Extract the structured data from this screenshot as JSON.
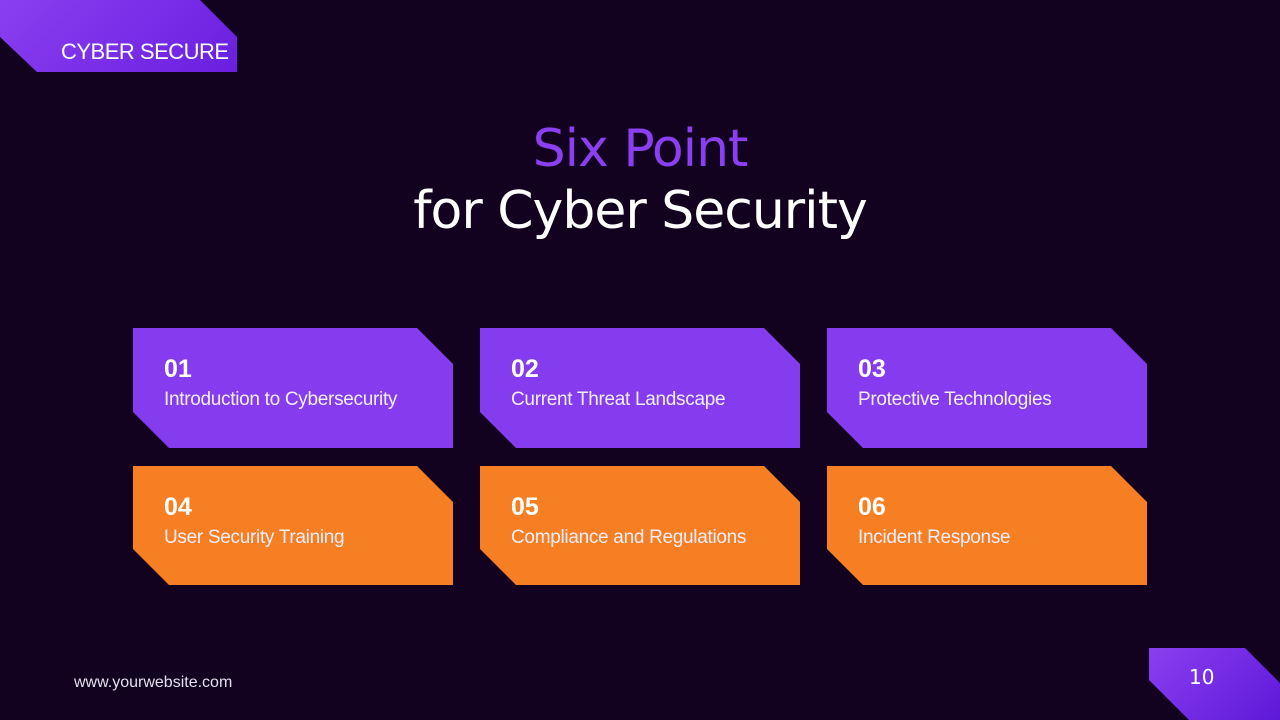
{
  "brand": {
    "label": "CYBER SECURE"
  },
  "title": {
    "line1": "Six Point",
    "line2": "for Cyber Security"
  },
  "cards": [
    {
      "number": "01",
      "label": "Introduction to Cybersecurity",
      "color": "#843cee"
    },
    {
      "number": "02",
      "label": "Current Threat Landscape",
      "color": "#843cee"
    },
    {
      "number": "03",
      "label": "Protective Technologies",
      "color": "#843cee"
    },
    {
      "number": "04",
      "label": "User Security Training",
      "color": "#f57f22"
    },
    {
      "number": "05",
      "label": "Compliance and Regulations",
      "color": "#f57f22"
    },
    {
      "number": "06",
      "label": "Incident Response",
      "color": "#f57f22"
    }
  ],
  "footer": {
    "url": "www.yourwebsite.com",
    "page_number": "10"
  },
  "colors": {
    "background": "#12021f",
    "accent_purple": "#843cee",
    "accent_orange": "#f57f22"
  }
}
